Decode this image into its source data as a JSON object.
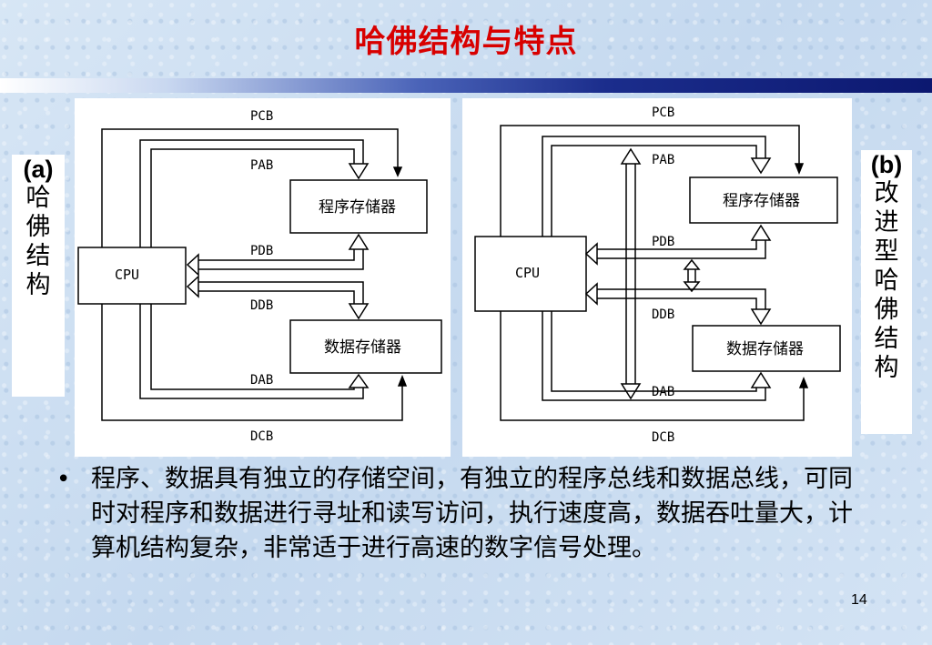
{
  "title": "哈佛结构与特点",
  "diagram_a": {
    "side_label_prefix": "(a)",
    "side_label_text": "哈佛结构",
    "blocks": {
      "cpu": "CPU",
      "program_memory": "程序存储器",
      "data_memory": "数据存储器"
    },
    "buses": {
      "pcb": "PCB",
      "pab": "PAB",
      "pdb": "PDB",
      "ddb": "DDB",
      "dab": "DAB",
      "dcb": "DCB"
    }
  },
  "diagram_b": {
    "side_label_prefix": "(b)",
    "side_label_text": "改进型哈佛结构",
    "blocks": {
      "cpu": "CPU",
      "program_memory": "程序存储器",
      "data_memory": "数据存储器"
    },
    "buses": {
      "pcb": "PCB",
      "pab": "PAB",
      "pdb": "PDB",
      "ddb": "DDB",
      "dab": "DAB",
      "dcb": "DCB"
    }
  },
  "bullet": "程序、数据具有独立的存储空间，有独立的程序总线和数据总线，可同时对程序和数据进行寻址和读写访问，执行速度高，数据吞吐量大，计算机结构复杂，非常适于进行高速的数字信号处理。",
  "bullet_symbol": "•",
  "page_number": "14",
  "colors": {
    "title": "#d80000",
    "line": "#000000",
    "panel": "#ffffff"
  }
}
